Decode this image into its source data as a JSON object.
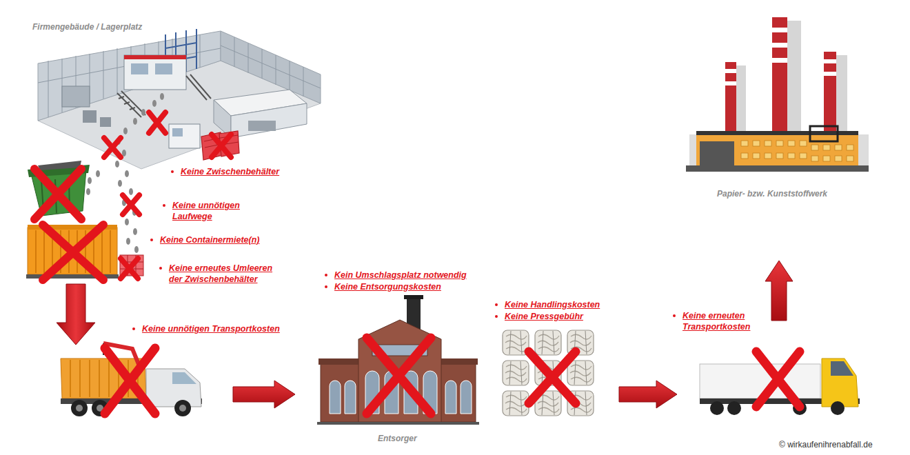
{
  "diagram": {
    "nodes": [
      {
        "text": [
          "Firmengebäude / Lagerplatz"
        ]
      },
      {
        "text": [
          "Keine unnötigen Transportkosten"
        ]
      },
      {
        "text": [
          "Kein Umschlagsplatz notwendig",
          "Keine Entsorgungskosten",
          "Entsorger"
        ]
      },
      {
        "text": [
          "Keine Handlingskosten",
          "Keine Pressgebühr"
        ]
      },
      {
        "text": [
          "Keine erneuten Transportkosten"
        ]
      },
      {
        "text": [
          "Papier- bzw. Kunststoffwerk"
        ]
      }
    ],
    "edges": [
      {
        "from": 1,
        "to": 2,
        "arrow": "to"
      },
      {
        "from": 3,
        "to": 4,
        "arrow": "to"
      },
      {
        "from": 4,
        "to": 5,
        "arrow": "to"
      }
    ],
    "labels": [
      "Keine Zwischenbehälter",
      "Keine unnötigen Laufwege",
      "Keine Containermiete(n)",
      "Keine erneutes Umleeren der Zwischenbehälter",
      "© wirkaufenihrenabfall.de"
    ]
  }
}
